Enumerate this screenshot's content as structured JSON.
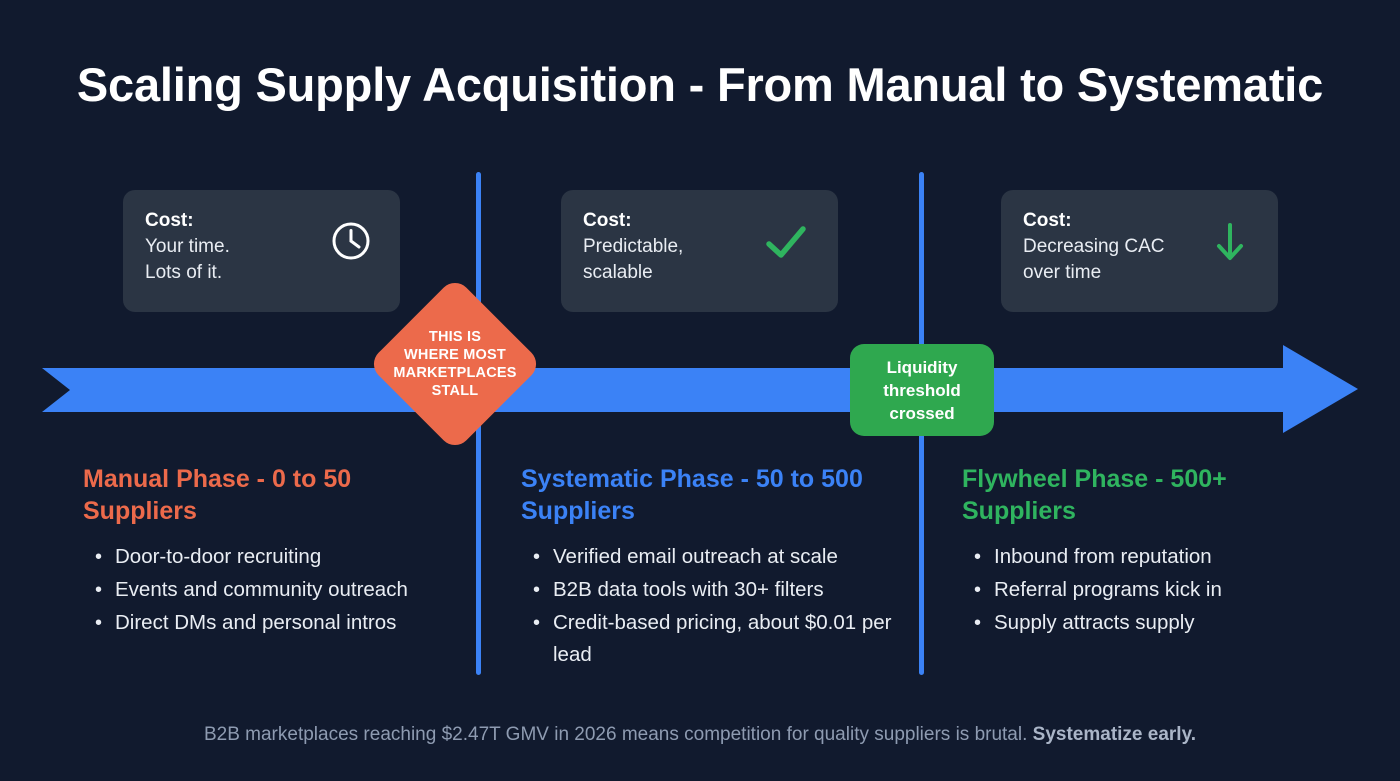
{
  "title": "Scaling Supply Acquisition - From Manual to Systematic",
  "colors": {
    "background": "#111a2e",
    "card_bg": "#2b3544",
    "arrow_blue": "#3b82f6",
    "orange": "#ec6a4b",
    "green": "#2fb45f",
    "badge_green": "#2fa84f",
    "text_primary": "#e9edf3",
    "text_muted": "#8e9bb1"
  },
  "cost_cards": [
    {
      "label": "Cost:",
      "line1": "Your time.",
      "line2": "Lots of it.",
      "icon": "clock-icon",
      "icon_color": "#ffffff"
    },
    {
      "label": "Cost:",
      "line1": "Predictable,",
      "line2": "scalable",
      "icon": "check-icon",
      "icon_color": "#2fb45f"
    },
    {
      "label": "Cost:",
      "line1": "Decreasing CAC",
      "line2": "over time",
      "icon": "arrow-down-icon",
      "icon_color": "#2fb45f"
    }
  ],
  "diamond_badge": {
    "lines": [
      "THIS IS",
      "WHERE MOST",
      "MARKETPLACES",
      "STALL"
    ],
    "color": "#ec6a4b"
  },
  "liquidity_badge": {
    "lines": [
      "Liquidity",
      "threshold",
      "crossed"
    ],
    "color": "#2fa84f"
  },
  "arrow": {
    "name": "progress-arrow",
    "direction": "right",
    "color": "#3b82f6"
  },
  "phases": [
    {
      "heading": "Manual Phase - 0 to 50 Suppliers",
      "color": "#ec6a4b",
      "bullets": [
        "Door-to-door recruiting",
        "Events and community outreach",
        "Direct DMs and personal intros"
      ]
    },
    {
      "heading": "Systematic Phase - 50 to 500 Suppliers",
      "color": "#3b82f6",
      "bullets": [
        "Verified email outreach at scale",
        "B2B data tools with 30+ filters",
        "Credit-based pricing, about $0.01 per lead"
      ]
    },
    {
      "heading": "Flywheel Phase - 500+ Suppliers",
      "color": "#2fb45f",
      "bullets": [
        "Inbound from reputation",
        "Referral programs kick in",
        "Supply attracts supply"
      ]
    }
  ],
  "footer": {
    "text": "B2B marketplaces reaching $2.47T GMV in 2026 means competition for quality suppliers is brutal. ",
    "emphasis": "Systematize early."
  }
}
